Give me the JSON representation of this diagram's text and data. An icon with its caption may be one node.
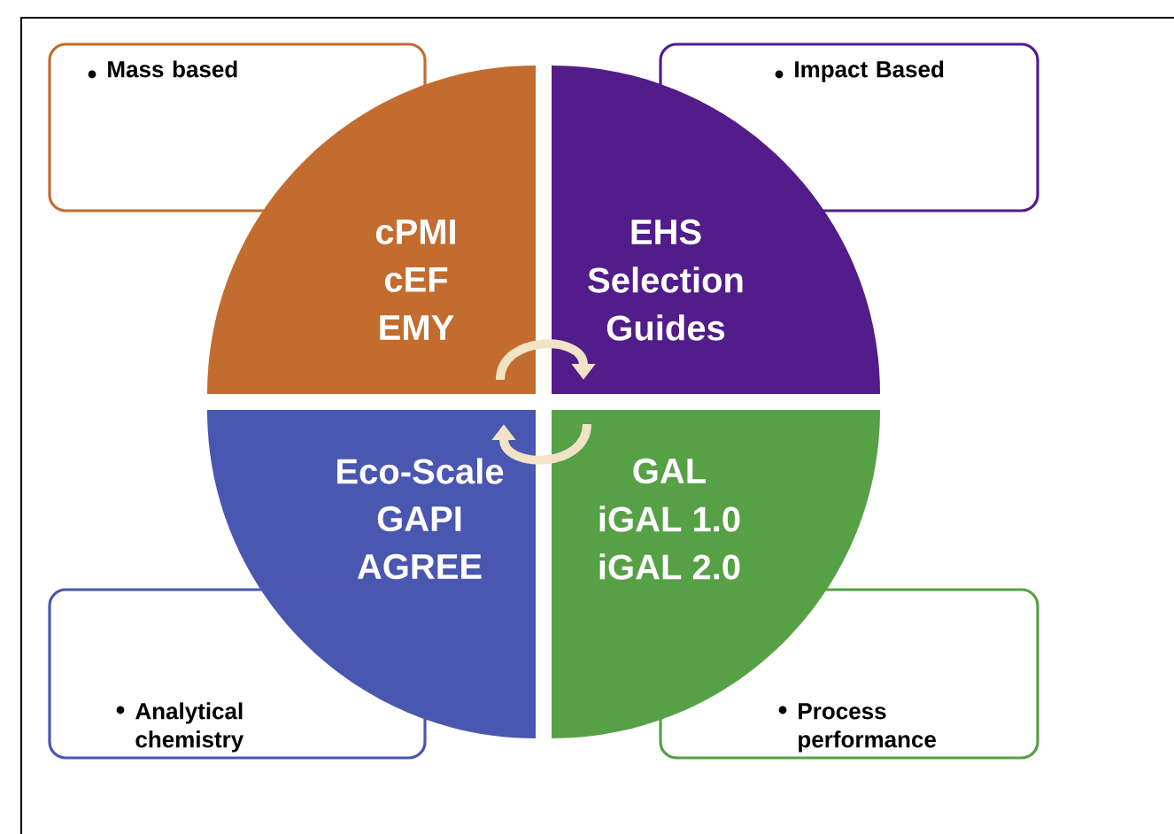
{
  "diagram": {
    "nodes": [
      {
        "text": [
          "Mass based"
        ]
      },
      {
        "text": [
          "Impact Based"
        ]
      },
      {
        "text": [
          "cPMI",
          "cEF",
          "EMY"
        ]
      },
      {
        "text": [
          "EHS",
          "Selection",
          "Guides"
        ]
      },
      {
        "text": [
          "Eco-Scale",
          "GAPI",
          "AGREE"
        ]
      },
      {
        "text": [
          "GAL",
          "iGAL 1.0",
          "iGAL 2.0"
        ]
      },
      {
        "text": [
          "Analytical chemistry"
        ]
      },
      {
        "text": [
          "Process performance"
        ]
      }
    ],
    "edges": [
      {
        "from": 2,
        "to": 3,
        "arrow": "to"
      },
      {
        "from": 5,
        "to": 4,
        "arrow": "to"
      }
    ]
  }
}
